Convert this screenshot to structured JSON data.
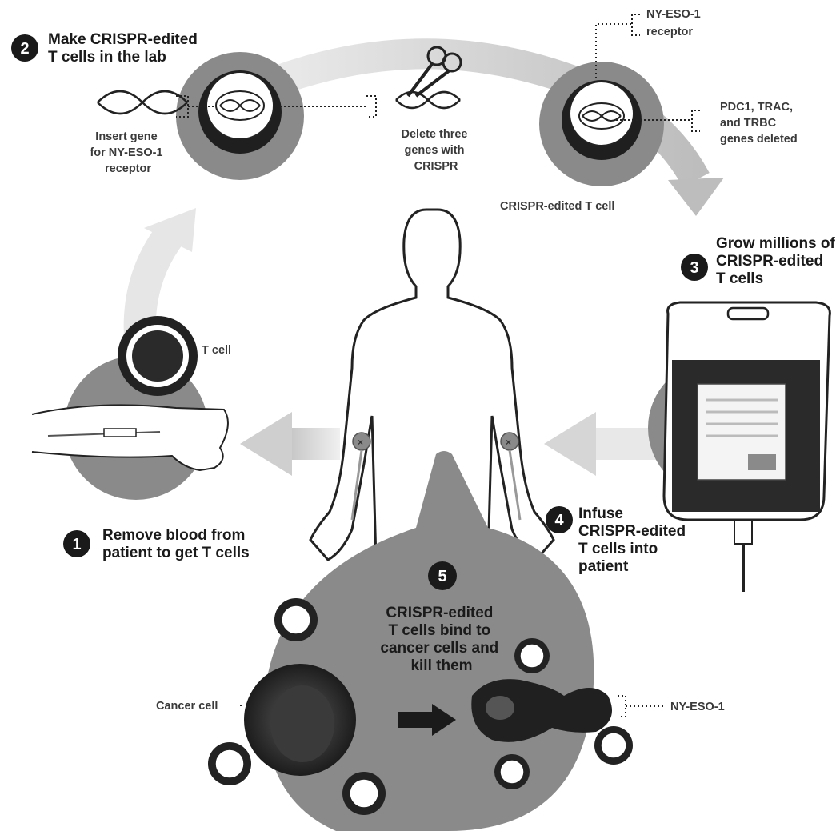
{
  "steps": [
    {
      "number": "1",
      "text": [
        "Remove blood from",
        "patient to get T cells"
      ]
    },
    {
      "number": "2",
      "text": [
        "Make CRISPR-edited",
        "T cells in the lab"
      ]
    },
    {
      "number": "3",
      "text": [
        "Grow millions of",
        "CRISPR-edited",
        "T cells"
      ]
    },
    {
      "number": "4",
      "text": [
        "Infuse",
        "CRISPR-edited",
        "T cells into",
        "patient"
      ]
    },
    {
      "number": "5",
      "text": [
        "CRISPR-edited",
        "T cells bind to",
        "cancer cells and",
        "kill them"
      ]
    }
  ],
  "labels": {
    "t_cell": "T cell",
    "insert_gene": [
      "Insert gene",
      "for NY-ESO-1",
      "receptor"
    ],
    "delete_genes": [
      "Delete three",
      "genes with",
      "CRISPR"
    ],
    "ny_eso_receptor": [
      "NY-ESO-1",
      "receptor"
    ],
    "genes_deleted": [
      "PDC1, TRAC,",
      "and TRBC",
      "genes deleted"
    ],
    "crispr_edited_t_cell": "CRISPR-edited T cell",
    "cancer_cell": "Cancer cell",
    "ny_eso_1": "NY-ESO-1"
  },
  "colors": {
    "dark": "#1a1a1a",
    "gray_disc": "#8a8a8a",
    "light_arrow": "#d6d6d6",
    "cancer_dark": "#202020"
  }
}
